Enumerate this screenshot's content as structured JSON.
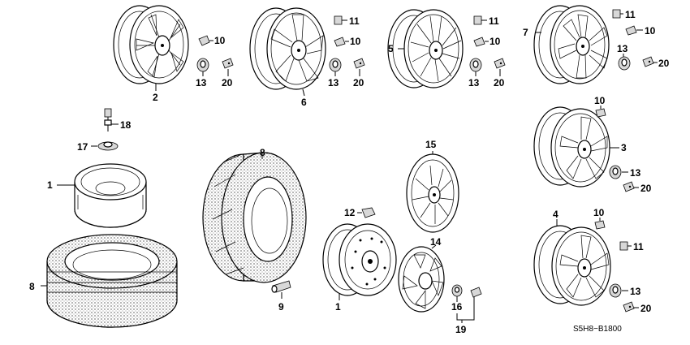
{
  "diagram_code": "S5H8−B1800",
  "callouts": {
    "c1a": "1",
    "c1b": "1",
    "c2": "2",
    "c3": "3",
    "c4": "4",
    "c5": "5",
    "c6": "6",
    "c7": "7",
    "c8a": "8",
    "c8b": "8",
    "c9": "9",
    "c10a": "10",
    "c10b": "10",
    "c10c": "10",
    "c10d": "10",
    "c10e": "10",
    "c10f": "10",
    "c11a": "11",
    "c11b": "11",
    "c11c": "11",
    "c11d": "11",
    "c12": "12",
    "c13a": "13",
    "c13b": "13",
    "c13c": "13",
    "c13d": "13",
    "c13e": "13",
    "c13f": "13",
    "c14": "14",
    "c15": "15",
    "c16": "16",
    "c17": "17",
    "c18": "18",
    "c19": "19",
    "c20a": "20",
    "c20b": "20",
    "c20c": "20",
    "c20d": "20",
    "c20e": "20",
    "c20f": "20"
  },
  "icons": [
    "alloy-wheel",
    "steel-wheel",
    "tire",
    "wheel-cover",
    "lug-nut",
    "valve-stem",
    "center-cap",
    "balance-weight"
  ]
}
